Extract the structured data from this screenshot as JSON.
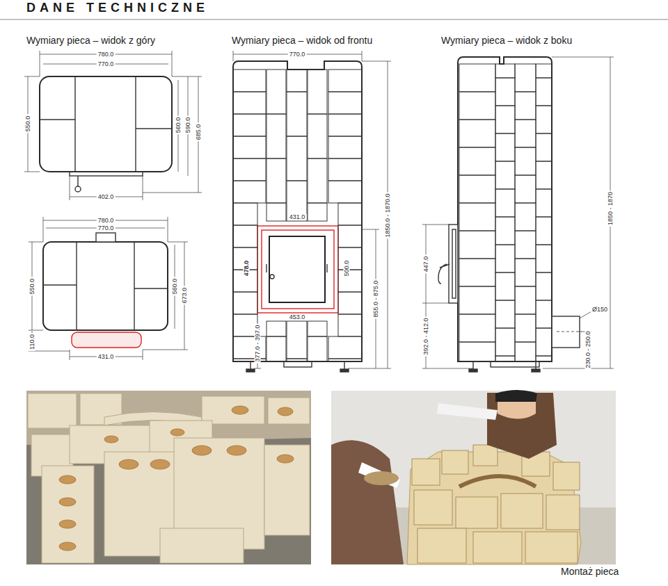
{
  "diagram": {
    "title": "DANE TECHNICZNE",
    "caption": "Montaż pieca",
    "labels": [
      "Wymiary pieca – widok z góry",
      "Wymiary pieca – widok od frontu",
      "Wymiary pieca – widok z boku",
      "780.0",
      "770.0",
      "550.0",
      "560.0",
      "590.0",
      "685.0",
      "402.0",
      "780.0",
      "770.0",
      "550.0",
      "560.0",
      "673.0",
      "110.0",
      "431.0",
      "770.0",
      "431.0",
      "478.0",
      "500.0",
      "453.0",
      "377.0 - 397.0",
      "855.0 - 875.0",
      "1850.0 - 1870.0",
      "447.0",
      "392.0 - 412.0",
      "Ø150",
      "1850 - 1870",
      "230.0 - 250.0"
    ]
  }
}
